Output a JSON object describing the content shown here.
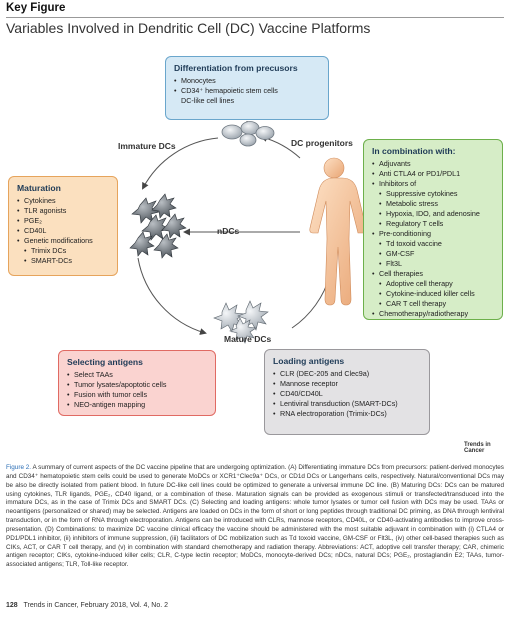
{
  "header": {
    "key_figure": "Key Figure",
    "title": "Variables Involved in Dendritic Cell (DC) Vaccine Platforms"
  },
  "boxes": {
    "differentiation": {
      "title": "Differentiation from precusors",
      "items": [
        "Monocytes",
        "CD34⁺ hemapoietic stem cells"
      ],
      "continuation": "DC-like cell lines"
    },
    "maturation": {
      "title": "Maturation",
      "items": [
        "Cytokines",
        "TLR agonists",
        "PGE₂",
        "CD40L",
        "Genetic modifications"
      ],
      "subitems": [
        "Trimix DCs",
        "SMART-DCs"
      ]
    },
    "combination": {
      "title": "In combination with:",
      "lines": [
        {
          "text": "Adjuvants",
          "level": 1
        },
        {
          "text": "Anti CTLA4 or PD1/PDL1",
          "level": 1
        },
        {
          "text": "Inhibitors of",
          "level": 1
        },
        {
          "text": "Suppressive cytokines",
          "level": 2
        },
        {
          "text": "Metabolic stress",
          "level": 2
        },
        {
          "text": "Hypoxia, IDO, and adenosine",
          "level": 2
        },
        {
          "text": "Regulatory T cells",
          "level": 2
        },
        {
          "text": "Pre-conditioning",
          "level": 1
        },
        {
          "text": "Td toxoid vaccine",
          "level": 2
        },
        {
          "text": "GM-CSF",
          "level": 2
        },
        {
          "text": "Flt3L",
          "level": 2
        },
        {
          "text": "Cell therapies",
          "level": 1
        },
        {
          "text": "Adoptive cell therapy",
          "level": 2
        },
        {
          "text": "Cytokine-induced killer cells",
          "level": 2
        },
        {
          "text": "CAR T cell therapy",
          "level": 2
        },
        {
          "text": "Chemotherapy/radiotherapy",
          "level": 1
        }
      ]
    },
    "selecting": {
      "title": "Selecting antigens",
      "items": [
        "Select TAAs",
        "Tumor lysates/apoptotic cells",
        "Fusion with tumor cells",
        "NEO-antigen mapping"
      ]
    },
    "loading": {
      "title": "Loading antigens",
      "items": [
        "CLR (DEC-205 and Clec9a)",
        "Mannose receptor",
        "CD40/CD40L",
        "Lentiviral transduction (SMART-DCs)",
        "RNA electroporation (Trimix-DCs)"
      ]
    }
  },
  "labels": {
    "immature": "Immature DCs",
    "progenitors": "DC progenitors",
    "ndcs": "nDCs",
    "mature": "Mature DCs"
  },
  "journal_logo": "Trends in Cancer",
  "caption": {
    "figure_label": "Figure 2.",
    "text": "A summary of current aspects of the DC vaccine pipeline that are undergoing optimization. (A) Differentiating immature DCs from precursors: patient-derived monocytes and CD34⁺ hematopoietic stem cells could be used to generate MoDCs or XCR1⁺Clec9a⁺ DCs, or CD1d DCs or Langerhans cells, respectively. Natural/conventional DCs may be also be directly isolated from patient blood. In future DC-like cell lines could be optimized to generate a universal immune DC line. (B) Maturing DCs: DCs can be matured using cytokines, TLR ligands, PGE₂, CD40 ligand, or a combination of these. Maturation signals can be provided as exogenous stimuli or transfected/transduced into the immature DCs, as in the case of Trimix DCs and SMART DCs. (C) Selecting and loading antigens: whole tumor lysates or tumor cell fusion with DCs may be used. TAAs or neoantigens (personalized or shared) may be selected. Antigens are loaded on DCs in the form of short or long peptides through traditional DC priming, as DNA through lentiviral transduction, or in the form of RNA through electroporation. Antigens can be introduced with CLRs, mannose receptors, CD40L, or CD40-activating antibodies to improve cross-presentation. (D) Combinations: to maximize DC vaccine clinical efficacy the vaccine should be administered with the most suitable adjuvant in combination with (i) CTLA4 or PD1/PDL1 inhibitor, (ii) inhibitors of immune suppression, (iii) facilitators of DC mobilization such as Td toxoid vaccine, GM-CSF or Flt3L, (iv) other cell-based therapies such as CIKs, ACT, or CAR T cell therapy, and (v) in combination with standard chemotherapy and radiation therapy. Abbreviations: ACT, adoptive cell transfer therapy; CAR, chimeric antigen receptor; CIKs, cytokine-induced killer cells; CLR, C-type lectin receptor; MoDCs, monocyte-derived DCs; nDCs, natural DCs; PGE₂, prostaglandin E2; TAAs, tumor-associated antigens; TLR, Toll-like receptor."
  },
  "footer": {
    "page_number": "128",
    "citation": "Trends in Cancer, February 2018, Vol. 4, No. 2"
  }
}
